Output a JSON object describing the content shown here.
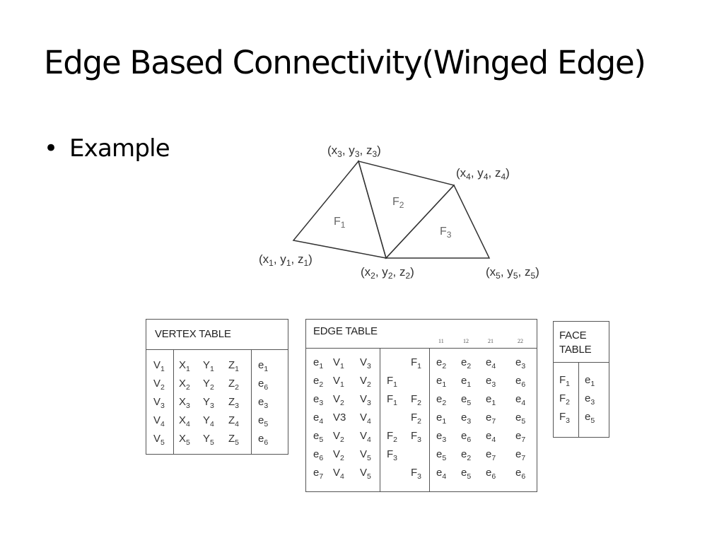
{
  "slide": {
    "title": "Edge Based Connectivity(Winged Edge)",
    "bullet": "Example"
  },
  "diagram": {
    "vertices": [
      {
        "x": "x",
        "y": "y",
        "z": "z",
        "sub": "1"
      },
      {
        "x": "x",
        "y": "y",
        "z": "z",
        "sub": "2"
      },
      {
        "x": "x",
        "y": "y",
        "z": "z",
        "sub": "3"
      },
      {
        "x": "x",
        "y": "y",
        "z": "z",
        "sub": "4"
      },
      {
        "x": "x",
        "y": "y",
        "z": "z",
        "sub": "5"
      }
    ],
    "faces": [
      {
        "name": "F",
        "sub": "1"
      },
      {
        "name": "F",
        "sub": "2"
      },
      {
        "name": "F",
        "sub": "3"
      }
    ]
  },
  "vertex_table": {
    "title": "VERTEX TABLE",
    "rows": [
      [
        [
          "V",
          "1"
        ],
        [
          "X",
          "1"
        ],
        [
          "Y",
          "1"
        ],
        [
          "Z",
          "1"
        ],
        [
          "e",
          "1"
        ]
      ],
      [
        [
          "V",
          "2"
        ],
        [
          "X",
          "2"
        ],
        [
          "Y",
          "2"
        ],
        [
          "Z",
          "2"
        ],
        [
          "e",
          "6"
        ]
      ],
      [
        [
          "V",
          "3"
        ],
        [
          "X",
          "3"
        ],
        [
          "Y",
          "3"
        ],
        [
          "Z",
          "3"
        ],
        [
          "e",
          "3"
        ]
      ],
      [
        [
          "V",
          "4"
        ],
        [
          "X",
          "4"
        ],
        [
          "Y",
          "4"
        ],
        [
          "Z",
          "4"
        ],
        [
          "e",
          "5"
        ]
      ],
      [
        [
          "V",
          "5"
        ],
        [
          "X",
          "5"
        ],
        [
          "Y",
          "5"
        ],
        [
          "Z",
          "5"
        ],
        [
          "e",
          "6"
        ]
      ]
    ]
  },
  "edge_table": {
    "title": "EDGE TABLE",
    "col_numbers": [
      "11",
      "12",
      "21",
      "22"
    ],
    "rows": [
      [
        [
          "e",
          "1"
        ],
        [
          "V",
          "1"
        ],
        [
          "V",
          "3"
        ],
        [
          "",
          ""
        ],
        [
          "F",
          "1"
        ],
        [
          "e",
          "2"
        ],
        [
          "e",
          "2"
        ],
        [
          "e",
          "4"
        ],
        [
          "e",
          "3"
        ]
      ],
      [
        [
          "e",
          "2"
        ],
        [
          "V",
          "1"
        ],
        [
          "V",
          "2"
        ],
        [
          "F",
          "1"
        ],
        [
          "",
          ""
        ],
        [
          "e",
          "1"
        ],
        [
          "e",
          "1"
        ],
        [
          "e",
          "3"
        ],
        [
          "e",
          "6"
        ]
      ],
      [
        [
          "e",
          "3"
        ],
        [
          "V",
          "2"
        ],
        [
          "V",
          "3"
        ],
        [
          "F",
          "1"
        ],
        [
          "F",
          "2"
        ],
        [
          "e",
          "2"
        ],
        [
          "e",
          "5"
        ],
        [
          "e",
          "1"
        ],
        [
          "e",
          "4"
        ]
      ],
      [
        [
          "e",
          "4"
        ],
        [
          "V3",
          ""
        ],
        [
          "V",
          "4"
        ],
        [
          "",
          ""
        ],
        [
          "F",
          "2"
        ],
        [
          "e",
          "1"
        ],
        [
          "e",
          "3"
        ],
        [
          "e",
          "7"
        ],
        [
          "e",
          "5"
        ]
      ],
      [
        [
          "e",
          "5"
        ],
        [
          "V",
          "2"
        ],
        [
          "V",
          "4"
        ],
        [
          "F",
          "2"
        ],
        [
          "F",
          "3"
        ],
        [
          "e",
          "3"
        ],
        [
          "e",
          "6"
        ],
        [
          "e",
          "4"
        ],
        [
          "e",
          "7"
        ]
      ],
      [
        [
          "e",
          "6"
        ],
        [
          "V",
          "2"
        ],
        [
          "V",
          "5"
        ],
        [
          "F",
          "3"
        ],
        [
          "",
          ""
        ],
        [
          "e",
          "5"
        ],
        [
          "e",
          "2"
        ],
        [
          "e",
          "7"
        ],
        [
          "e",
          "7"
        ]
      ],
      [
        [
          "e",
          "7"
        ],
        [
          "V",
          "4"
        ],
        [
          "V",
          "5"
        ],
        [
          "",
          ""
        ],
        [
          "F",
          "3"
        ],
        [
          "e",
          "4"
        ],
        [
          "e",
          "5"
        ],
        [
          "e",
          "6"
        ],
        [
          "e",
          "6"
        ]
      ]
    ]
  },
  "face_table": {
    "title_line1": "FACE",
    "title_line2": "TABLE",
    "rows": [
      [
        [
          "F",
          "1"
        ],
        [
          "e",
          "1"
        ]
      ],
      [
        [
          "F",
          "2"
        ],
        [
          "e",
          "3"
        ]
      ],
      [
        [
          "F",
          "3"
        ],
        [
          "e",
          "5"
        ]
      ]
    ]
  }
}
